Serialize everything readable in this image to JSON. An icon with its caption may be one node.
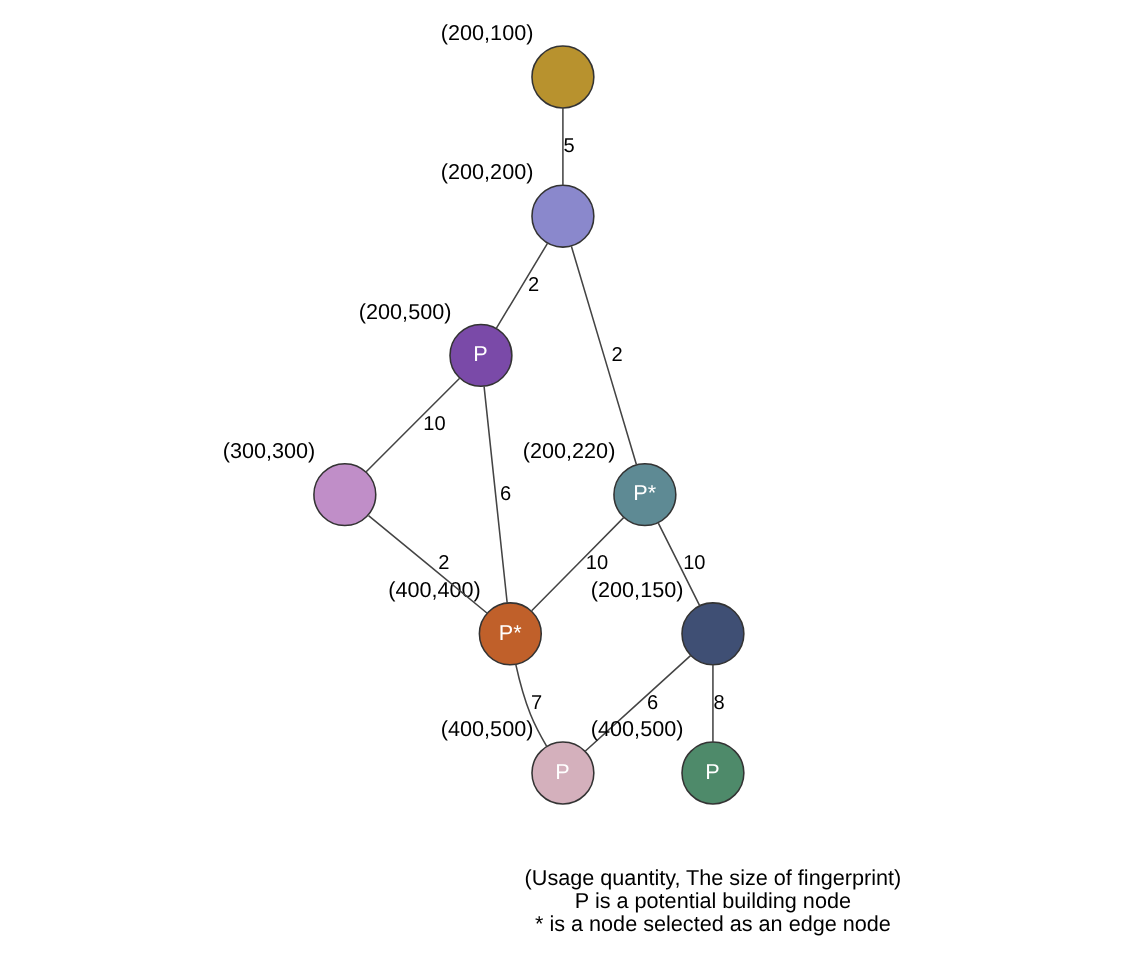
{
  "diagram": {
    "nodes": [
      {
        "text": [],
        "shape": "circle",
        "beside": [
          "(200,100)"
        ]
      },
      {
        "text": [],
        "shape": "circle",
        "beside": [
          "(300,300)"
        ]
      },
      {
        "text": [
          "P"
        ],
        "beside": [
          "(200,500)"
        ]
      },
      {
        "text": [],
        "shape": "circle",
        "beside": [
          "(200,200)"
        ]
      },
      {
        "text": [
          "P*"
        ],
        "beside": [
          "(400,400)"
        ]
      },
      {
        "text": [
          "P*"
        ],
        "beside": [
          "(200,220)"
        ]
      },
      {
        "text": [],
        "shape": "circle",
        "beside": [
          "(200,150)"
        ]
      },
      {
        "text": [
          "P"
        ],
        "beside": [
          "(400,500)"
        ]
      },
      {
        "text": [
          "P"
        ],
        "beside": [
          "(400,500)"
        ]
      }
    ],
    "edges": [
      {
        "from": 0,
        "to": 3,
        "arrow": "none",
        "label": "5"
      },
      {
        "from": 3,
        "to": 2,
        "arrow": "none",
        "label": "2"
      },
      {
        "from": 2,
        "to": 1,
        "arrow": "none",
        "label": "10"
      },
      {
        "from": 2,
        "to": 4,
        "arrow": "none",
        "label": "6"
      },
      {
        "from": 1,
        "to": 4,
        "arrow": "none",
        "label": "2"
      },
      {
        "from": 3,
        "to": 5,
        "arrow": "none",
        "label": "2"
      },
      {
        "from": 5,
        "to": 4,
        "arrow": "none",
        "label": "10"
      },
      {
        "from": 5,
        "to": 6,
        "arrow": "none",
        "label": "10"
      },
      {
        "from": 6,
        "to": 7,
        "arrow": "none",
        "label": "6"
      },
      {
        "from": 4,
        "to": 7,
        "arrow": "none",
        "label": "7"
      },
      {
        "from": 6,
        "to": 8,
        "arrow": "none",
        "label": "8"
      }
    ],
    "labels": [
      "(Usage quantity, The size of fingerprint)",
      "P is a potential building node",
      "* is a node selected as an edge node"
    ]
  }
}
